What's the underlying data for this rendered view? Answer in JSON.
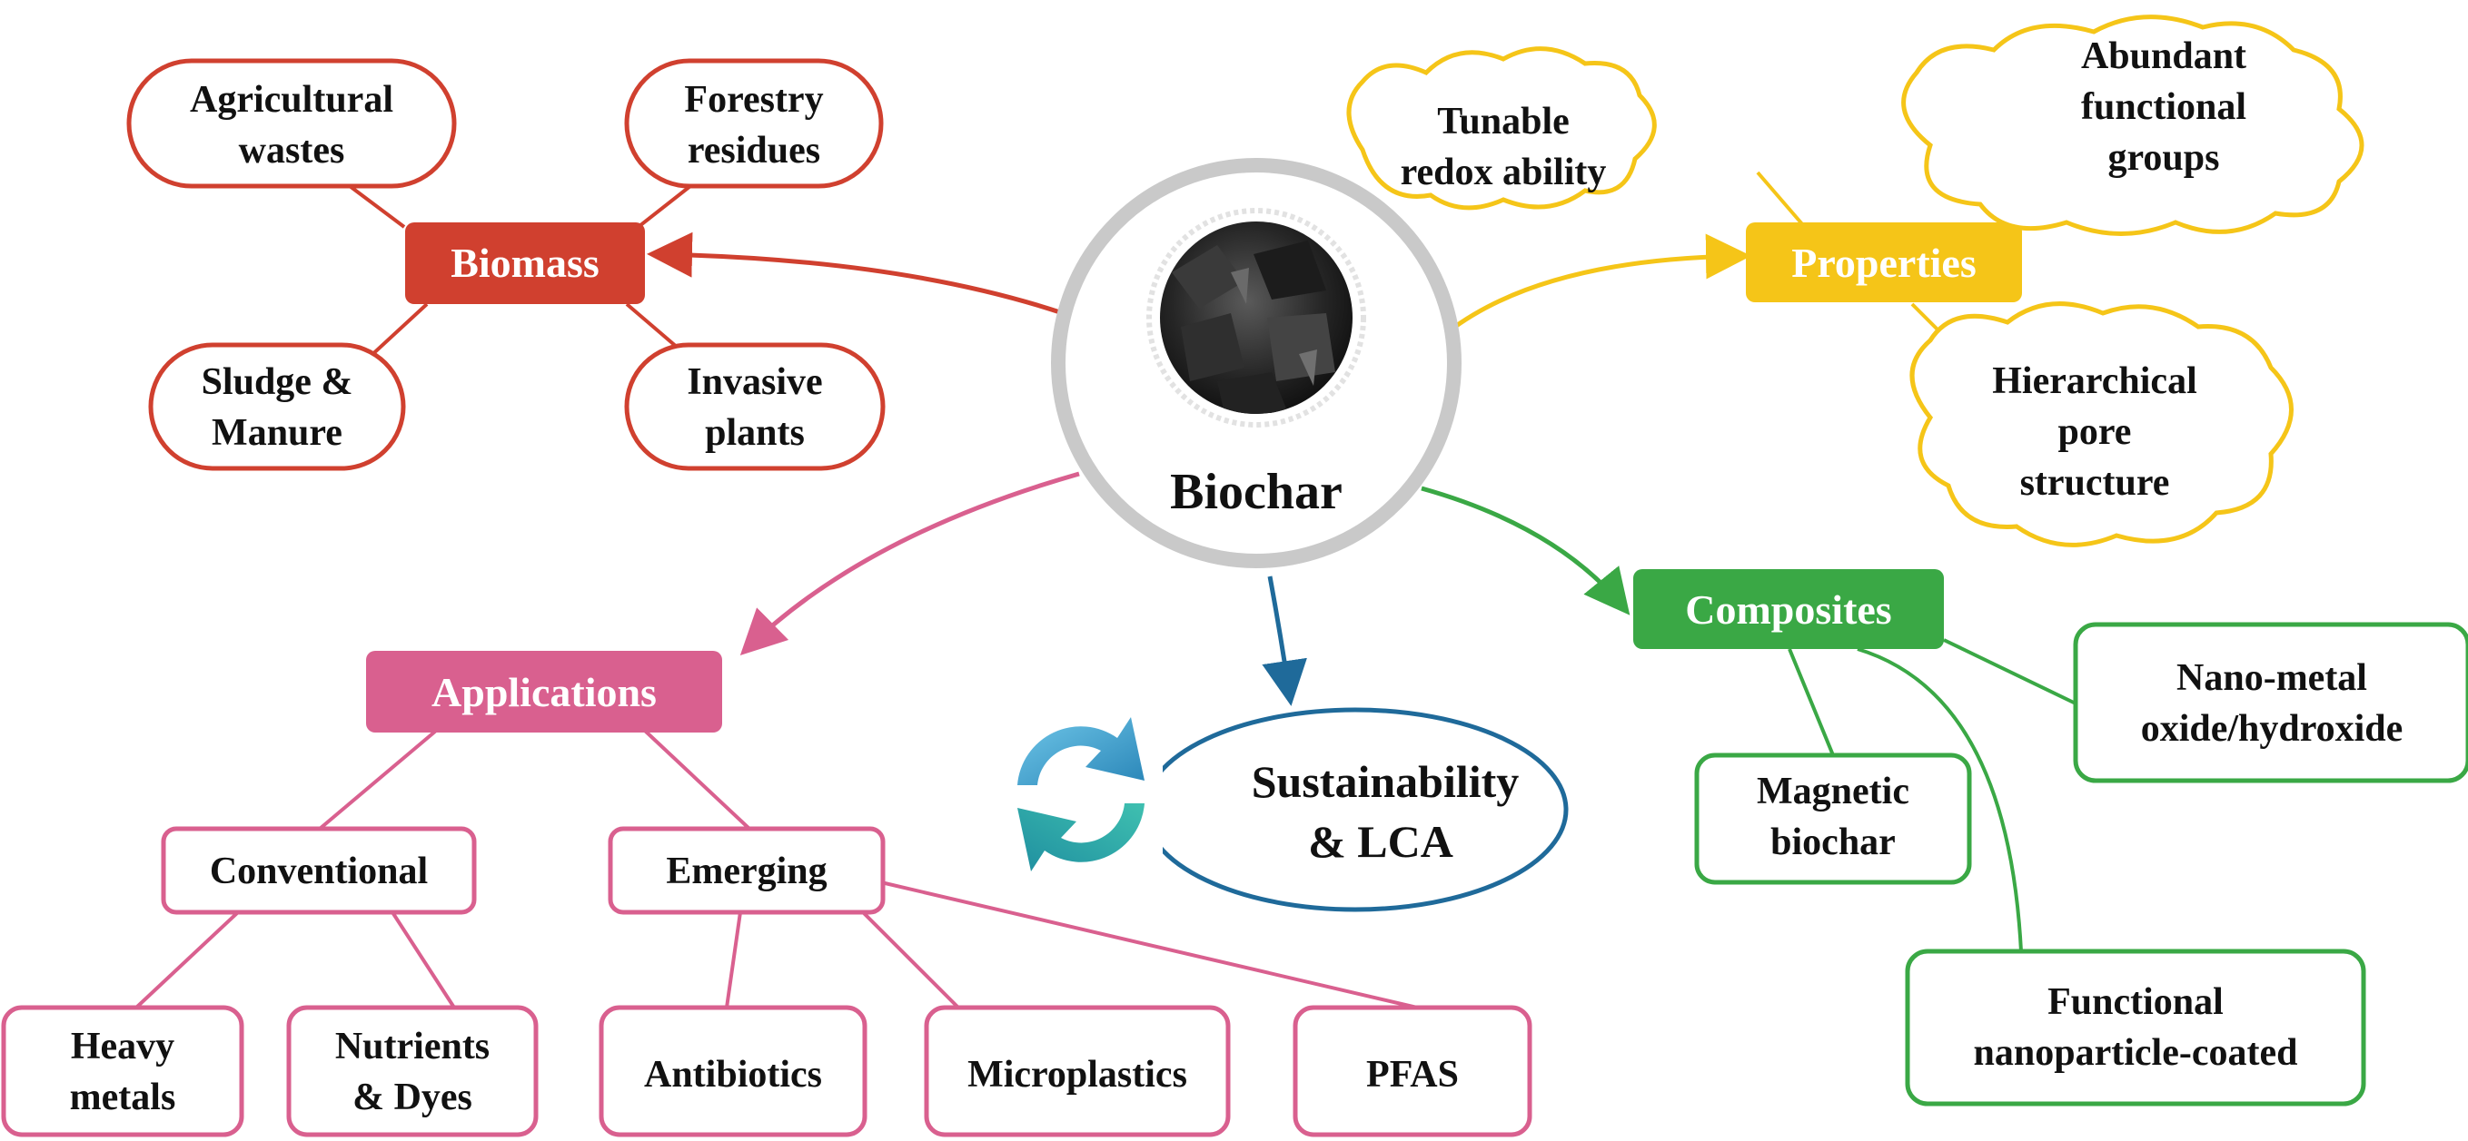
{
  "colors": {
    "biomass": "#d0402f",
    "properties": "#f5c518",
    "composites": "#3aa845",
    "applications": "#d9608f",
    "sustainability": "#1f6a9a",
    "center_ring": "#c9c9c9"
  },
  "center": {
    "label": "Biochar",
    "image": "biochar-photo"
  },
  "biomass": {
    "header": "Biomass",
    "items": [
      [
        "Agricultural",
        "wastes"
      ],
      [
        "Forestry",
        "residues"
      ],
      [
        "Sludge &",
        "Manure"
      ],
      [
        "Invasive",
        "plants"
      ]
    ]
  },
  "properties": {
    "header": "Properties",
    "items": [
      [
        "Tunable",
        "redox ability"
      ],
      [
        "Abundant",
        "functional",
        "groups"
      ],
      [
        "Hierarchical",
        "pore",
        "structure"
      ]
    ]
  },
  "composites": {
    "header": "Composites",
    "items": [
      [
        "Nano-metal",
        "oxide/hydroxide"
      ],
      [
        "Magnetic",
        "biochar"
      ],
      [
        "Functional",
        "nanoparticle-coated"
      ]
    ]
  },
  "applications": {
    "header": "Applications",
    "conventional": {
      "label": "Conventional",
      "items": [
        [
          "Heavy",
          "metals"
        ],
        [
          "Nutrients",
          "& Dyes"
        ]
      ]
    },
    "emerging": {
      "label": "Emerging",
      "items": [
        [
          "Antibiotics"
        ],
        [
          "Microplastics"
        ],
        [
          "PFAS"
        ]
      ]
    }
  },
  "sustainability": {
    "lines": [
      "Sustainability",
      "& LCA"
    ],
    "icon": "recycle-arrows-icon"
  }
}
